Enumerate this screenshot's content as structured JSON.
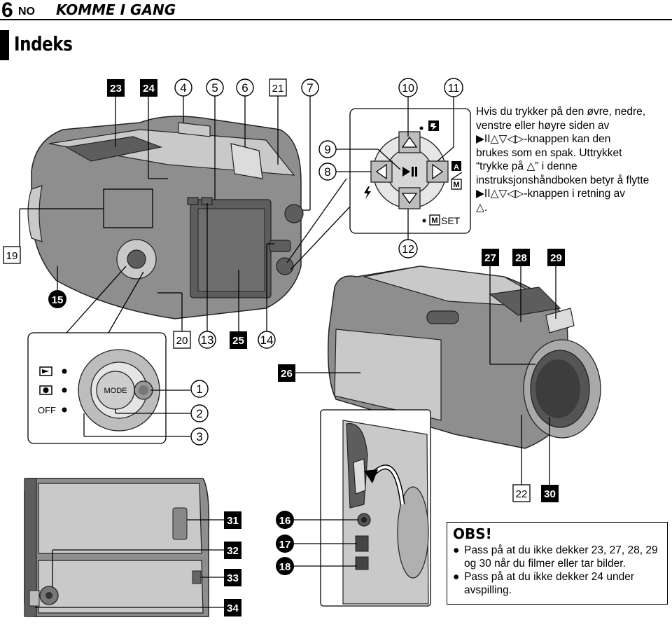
{
  "header": {
    "page_number": "6",
    "language": "NO",
    "section": "KOMME I GANG"
  },
  "title": "Indeks",
  "description": {
    "line1": "Hvis du trykker på den øvre, nedre,",
    "line2": "venstre eller høyre siden av",
    "line3": "▶II△▽◁▷-knappen kan den",
    "line4": "brukes som en spak. Uttrykket",
    "line5": "“trykke på △” i denne",
    "line6": "instruksjonshåndboken betyr å flytte",
    "line7": "▶II△▽◁▷-knappen i retning av",
    "line8": "△."
  },
  "notes": {
    "title": "OBS!",
    "items": [
      "Pass på at du ikke dekker 23, 27, 28, 29 og 30 når du filmer eller tar bilder.",
      "Pass på at du ikke dekker 24 under avspilling."
    ]
  },
  "callouts": {
    "c1": "1",
    "c2": "2",
    "c3": "3",
    "c4": "4",
    "c5": "5",
    "c6": "6",
    "c7": "7",
    "c8": "8",
    "c9": "9",
    "c10": "10",
    "c11": "11",
    "c12": "12",
    "c13": "13",
    "c14": "14",
    "c15": "15",
    "c16": "16",
    "c17": "17",
    "c18": "18",
    "c19": "19",
    "c20": "20",
    "c21": "21",
    "c22": "22",
    "c23": "23",
    "c24": "24",
    "c25": "25",
    "c26": "26",
    "c27": "27",
    "c28": "28",
    "c29": "29",
    "c30": "30",
    "c31": "31",
    "c32": "32",
    "c33": "33",
    "c34": "34"
  },
  "control_labels": {
    "mode": "MODE",
    "off": "OFF",
    "set": "SET",
    "a": "A",
    "m": "M"
  },
  "icons": [
    "camera-front-view",
    "mode-dial",
    "joystick-pad",
    "camera-rear-view",
    "camera-bottom-view",
    "jack-cover",
    "flash-icon"
  ]
}
